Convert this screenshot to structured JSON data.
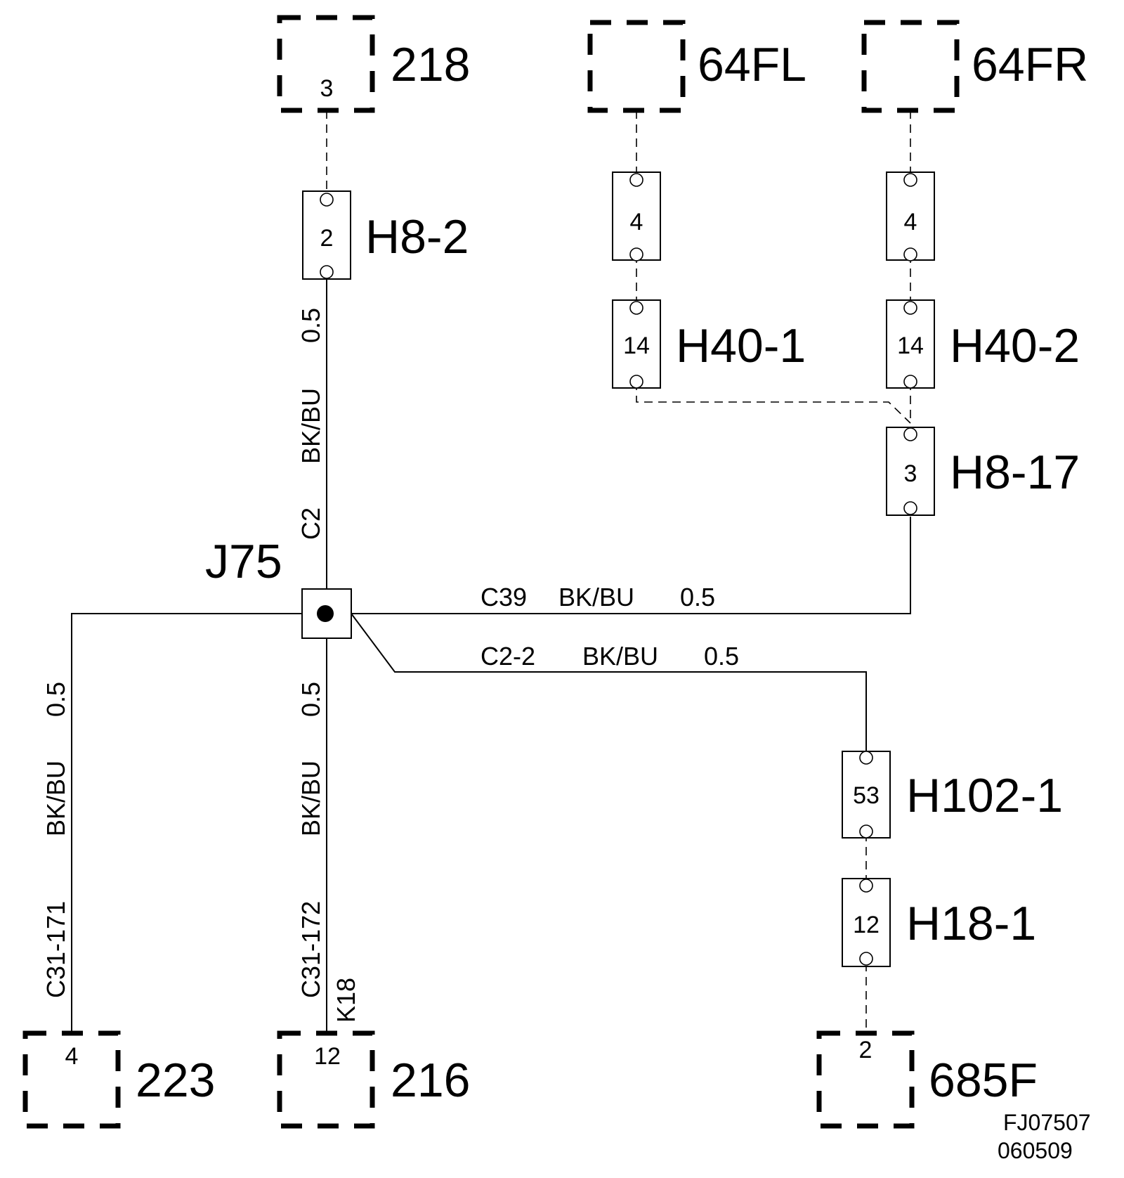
{
  "components": {
    "c218": {
      "label": "218",
      "pin": "3"
    },
    "c64fl": {
      "label": "64FL",
      "pin": ""
    },
    "c64fr": {
      "label": "64FR",
      "pin": ""
    },
    "c223": {
      "label": "223",
      "pin": "4"
    },
    "c216": {
      "label": "216",
      "pin": "12"
    },
    "c685f": {
      "label": "685F",
      "pin": "2"
    }
  },
  "connectors": {
    "h8_2": {
      "label": "H8-2",
      "pin": "2"
    },
    "h40_1a": {
      "label": "",
      "pin": "4"
    },
    "h40_2a": {
      "label": "",
      "pin": "4"
    },
    "h40_1": {
      "label": "H40-1",
      "pin": "14"
    },
    "h40_2": {
      "label": "H40-2",
      "pin": "14"
    },
    "h8_17": {
      "label": "H8-17",
      "pin": "3"
    },
    "h102_1": {
      "label": "H102-1",
      "pin": "53"
    },
    "h18_1": {
      "label": "H18-1",
      "pin": "12"
    }
  },
  "splice": {
    "label": "J75"
  },
  "wires": {
    "c2": {
      "id": "C2",
      "color": "BK/BU",
      "size": "0.5"
    },
    "c39": {
      "id": "C39",
      "color": "BK/BU",
      "size": "0.5"
    },
    "c2_2": {
      "id": "C2-2",
      "color": "BK/BU",
      "size": "0.5"
    },
    "c31_171": {
      "id": "C31-171",
      "color": "BK/BU",
      "size": "0.5"
    },
    "c31_172": {
      "id": "C31-172",
      "color": "BK/BU",
      "size": "0.5",
      "extra": "K18"
    }
  },
  "stamp": {
    "figure": "FJ07507",
    "date": "060509"
  }
}
